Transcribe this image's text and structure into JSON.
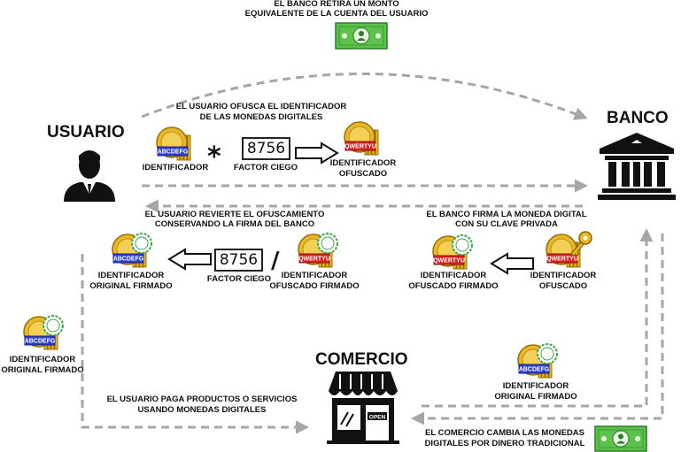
{
  "actors": {
    "usuario": "USUARIO",
    "banco": "BANCO",
    "comercio": "COMERCIO"
  },
  "captions": {
    "bank_withdraw": [
      "EL BANCO RETIRA UN MONTO",
      "EQUIVALENTE DE LA CUENTA DEL USUARIO"
    ],
    "user_obfuscates": [
      "EL USUARIO OFUSCA EL IDENTIFICADOR",
      "DE LAS MONEDAS DIGITALES"
    ],
    "user_reverts": [
      "EL USUARIO REVIERTE EL OFUSCAMIENTO",
      "CONSERVANDO LA FIRMA DEL BANCO"
    ],
    "bank_signs": [
      "EL BANCO FIRMA LA MONEDA DIGITAL",
      "CON SU CLAVE PRIVADA"
    ],
    "user_pays": [
      "EL USUARIO PAGA PRODUCTOS O SERVICIOS",
      "USANDO MONEDAS DIGITALES"
    ],
    "merchant_exchanges": [
      "EL COMERCIO CAMBIA LAS MONEDAS",
      "DIGITALES POR DINERO TRADICIONAL"
    ]
  },
  "labels": {
    "identificador": "IDENTIFICADOR",
    "factor_ciego": "FACTOR CIEGO",
    "identificador_ofuscado": [
      "IDENTIFICADOR",
      "OFUSCADO"
    ],
    "identificador_original_firmado": [
      "IDENTIFICADOR",
      "ORIGINAL FIRMADO"
    ],
    "identificador_ofuscado_firmado": [
      "IDENTIFICADOR",
      "OFUSCADO FIRMADO"
    ]
  },
  "coin_codes": {
    "original": "ABCDEFG",
    "obfuscated": "QWERTYU"
  },
  "blind_factor": "8756",
  "operators": {
    "multiply": "*",
    "divide": "/"
  },
  "shop_sign": "OPEN",
  "colors": {
    "arrow": "#a6a6a6",
    "coin_gold": "#e8b82a",
    "coin_stripe_blue": "#2d3fd0",
    "coin_stripe_red": "#e02020",
    "seal_green": "#3aa84a",
    "bill_green": "#5cc24c",
    "key_gold": "#e8b82a"
  }
}
